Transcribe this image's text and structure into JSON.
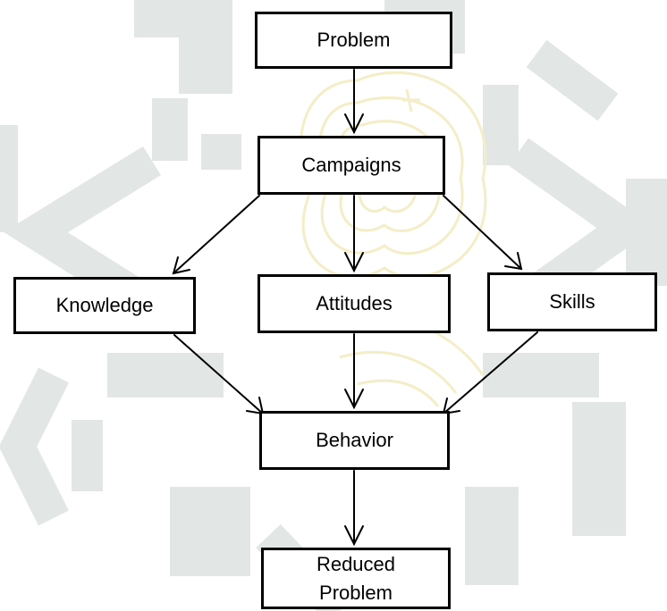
{
  "diagram": {
    "nodes": {
      "problem": "Problem",
      "campaigns": "Campaigns",
      "knowledge": "Knowledge",
      "attitudes": "Attitudes",
      "skills": "Skills",
      "behavior": "Behavior",
      "reduced": [
        "Reduced",
        "Problem"
      ]
    },
    "edges": [
      {
        "from": "problem",
        "to": "campaigns"
      },
      {
        "from": "campaigns",
        "to": "knowledge"
      },
      {
        "from": "campaigns",
        "to": "attitudes"
      },
      {
        "from": "campaigns",
        "to": "skills"
      },
      {
        "from": "knowledge",
        "to": "behavior"
      },
      {
        "from": "attitudes",
        "to": "behavior"
      },
      {
        "from": "skills",
        "to": "behavior"
      },
      {
        "from": "behavior",
        "to": "reduced"
      }
    ],
    "colors": {
      "line": "#000000",
      "watermark": "#dfe3e1",
      "watermark_emblem": "#f3edc4"
    }
  }
}
